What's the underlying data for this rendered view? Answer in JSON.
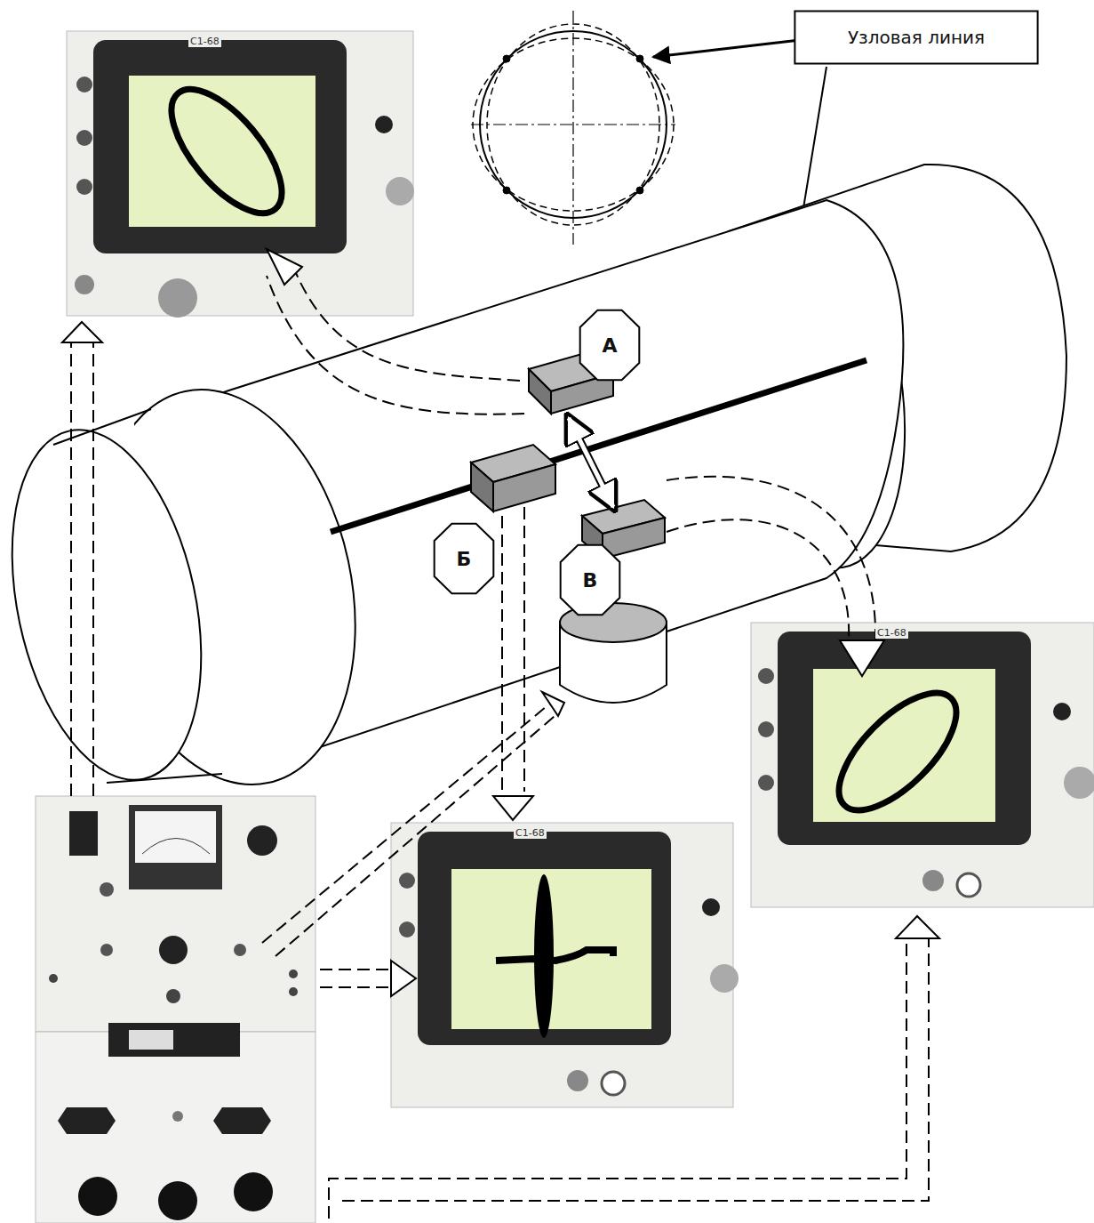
{
  "diagram": {
    "nodes": [
      {
        "text": [
          "Узловая линия"
        ]
      },
      {
        "text": [
          "А"
        ]
      },
      {
        "text": [
          "Б"
        ]
      },
      {
        "text": [
          "В"
        ]
      }
    ],
    "labels": [
      "С1-68",
      "С1-68",
      "С1-68"
    ]
  }
}
